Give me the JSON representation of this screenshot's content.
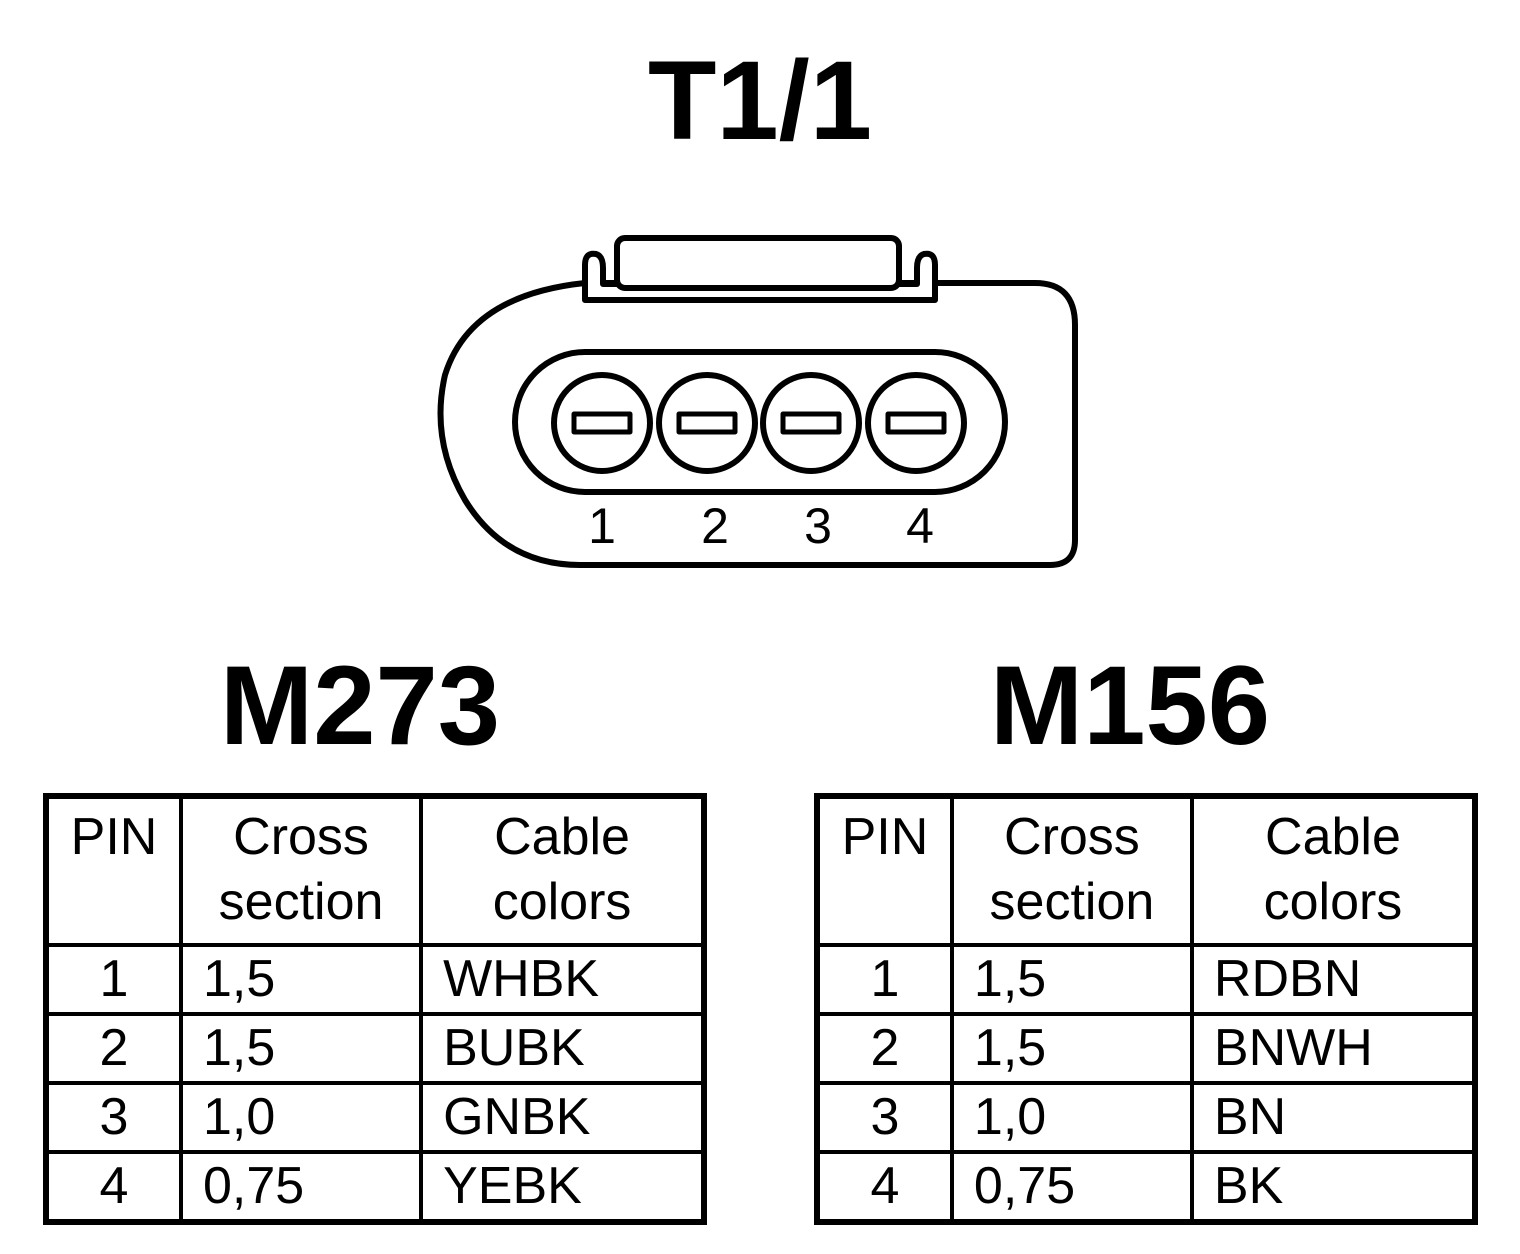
{
  "connector": {
    "title": "T1/1",
    "pin_numbers": [
      "1",
      "2",
      "3",
      "4"
    ]
  },
  "variants": [
    {
      "title": "M273",
      "headers": {
        "pin": "PIN",
        "cross_1": "Cross",
        "cross_2": "section",
        "color_1": "Cable",
        "color_2": "colors"
      },
      "rows": [
        {
          "pin": "1",
          "cross": "1,5",
          "color": "WHBK"
        },
        {
          "pin": "2",
          "cross": "1,5",
          "color": "BUBK"
        },
        {
          "pin": "3",
          "cross": "1,0",
          "color": "GNBK"
        },
        {
          "pin": "4",
          "cross": "0,75",
          "color": "YEBK"
        }
      ]
    },
    {
      "title": "M156",
      "headers": {
        "pin": "PIN",
        "cross_1": "Cross",
        "cross_2": "section",
        "color_1": "Cable",
        "color_2": "colors"
      },
      "rows": [
        {
          "pin": "1",
          "cross": "1,5",
          "color": "RDBN"
        },
        {
          "pin": "2",
          "cross": "1,5",
          "color": "BNWH"
        },
        {
          "pin": "3",
          "cross": "1,0",
          "color": "BN"
        },
        {
          "pin": "4",
          "cross": "0,75",
          "color": "BK"
        }
      ]
    }
  ]
}
